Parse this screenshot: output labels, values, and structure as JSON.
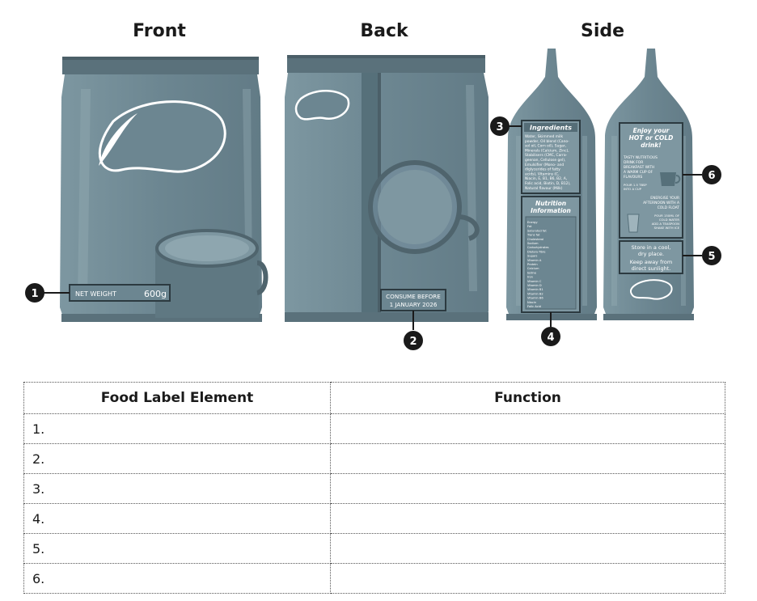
{
  "headings": {
    "front": "Front",
    "back": "Back",
    "side": "Side"
  },
  "front": {
    "net_weight_label": "NET WEIGHT",
    "net_weight_value": "600g"
  },
  "back": {
    "consume_line1": "CONSUME BEFORE",
    "consume_line2": "1 JANUARY 2026"
  },
  "side_left": {
    "ingredients_title": "Ingredients",
    "ingredients_text": [
      "Water, Skimmed milk",
      "powder, Oil blend (Cano-",
      "sol oil, Corn oil), Sugar,",
      "Minerals (Calcium, Zinc),",
      "Stabilisers (CMC, Carra-",
      "geenan, Cellulose gel),",
      "Emulsifier (Mono- and",
      "diglycerides of fatty",
      "acids), Vitamins (C,",
      "Niacin, E, B1, B6, B2, A,",
      "Folic acid, Biotin, D, B12),",
      "Natural flavour (Milk)"
    ],
    "nutrition_title_line1": "Nutrition",
    "nutrition_title_line2": "Information",
    "nutrition_rows": [
      "Energy",
      "Fat",
      "Saturated fat",
      "Trans fat",
      "Cholesterol",
      "Sodium",
      "Carbohydrates",
      "Dietary fibre",
      "Sugars",
      "Vitamin A",
      "Protein",
      "Calcium",
      "Iodine",
      "Iron",
      "Vitamin C",
      "Vitamin D",
      "Vitamin B1",
      "Vitamin B2",
      "Vitamin B6",
      "Niacin",
      "Folic Acid"
    ]
  },
  "side_right": {
    "enjoy_line1": "Enjoy your",
    "enjoy_line2": "HOT or COLD",
    "enjoy_line3": "drink!",
    "hot_text": [
      "TASTY NUTRITIOUS",
      "DRINK FOR",
      "BREAKFAST WITH",
      "A WARM CUP OF",
      "FLAVOURS"
    ],
    "hot_small": [
      "POUR 1.5 TBSP",
      "INTO A CUP"
    ],
    "cold_text": [
      "ENERGISE YOUR",
      "AFTERNOON WITH A",
      "COLD FLOAT"
    ],
    "cold_small": [
      "POUR 150ML OF",
      "COLD WATER",
      "ADD A TEASPOON",
      "SHAKE WITH ICE"
    ],
    "storage_line1": "Store in a cool,",
    "storage_line2": "dry place.",
    "storage_line3": "Keep away from",
    "storage_line4": "direct sunlight."
  },
  "markers": [
    "1",
    "2",
    "3",
    "4",
    "5",
    "6"
  ],
  "table": {
    "header_element": "Food Label Element",
    "header_function": "Function",
    "rows": [
      "1.",
      "2.",
      "3.",
      "4.",
      "5.",
      "6."
    ]
  },
  "colors": {
    "bag": "#6e8893",
    "bag_dark": "#4f646d",
    "bag_light": "#8aa1aa",
    "marker": "#1a1a1a"
  }
}
